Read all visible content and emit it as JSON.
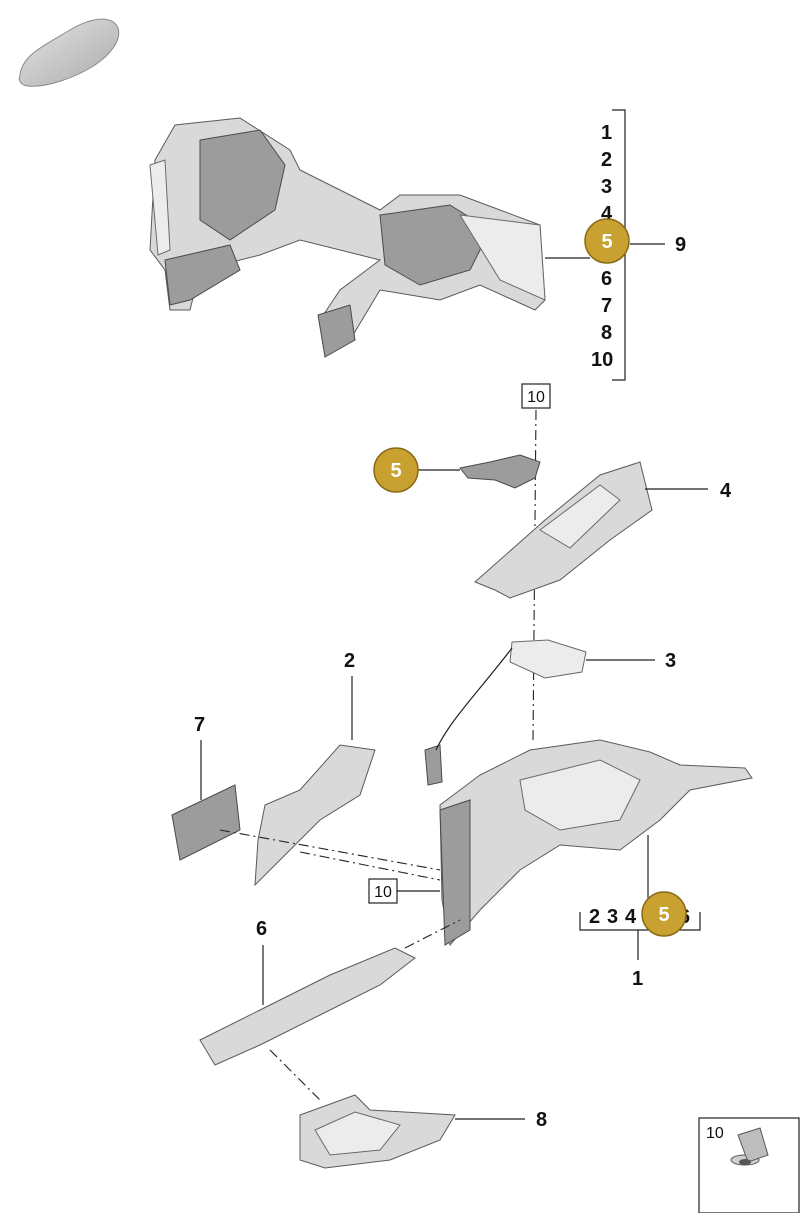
{
  "bracket_list": [
    "1",
    "2",
    "3",
    "4",
    "5",
    "6",
    "7",
    "8",
    "10"
  ],
  "bracket_target": "9",
  "callouts": {
    "c10_top": "10",
    "c5_mid": "5",
    "c4": "4",
    "c3": "3",
    "c2": "2",
    "c7": "7",
    "c10_mid": "10",
    "c6": "6",
    "c8": "8",
    "c1": "1",
    "group_1": [
      "2",
      "3",
      "4",
      "5",
      "6"
    ],
    "legend_box": "10"
  },
  "colors": {
    "badge": "#c9a131",
    "line": "#222222",
    "part_fill": "#d9d9d9"
  }
}
